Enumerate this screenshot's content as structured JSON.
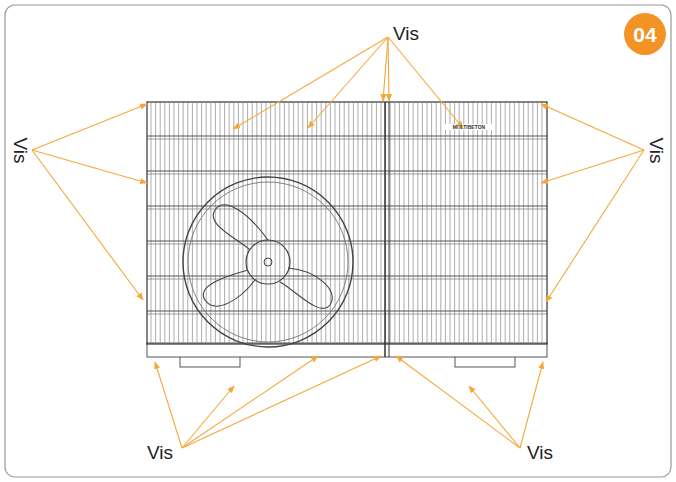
{
  "diagram": {
    "labels": [
      "04",
      "Vis",
      "Vis",
      "Vis",
      "Vis",
      "Vis",
      "MULTIBETON"
    ]
  }
}
